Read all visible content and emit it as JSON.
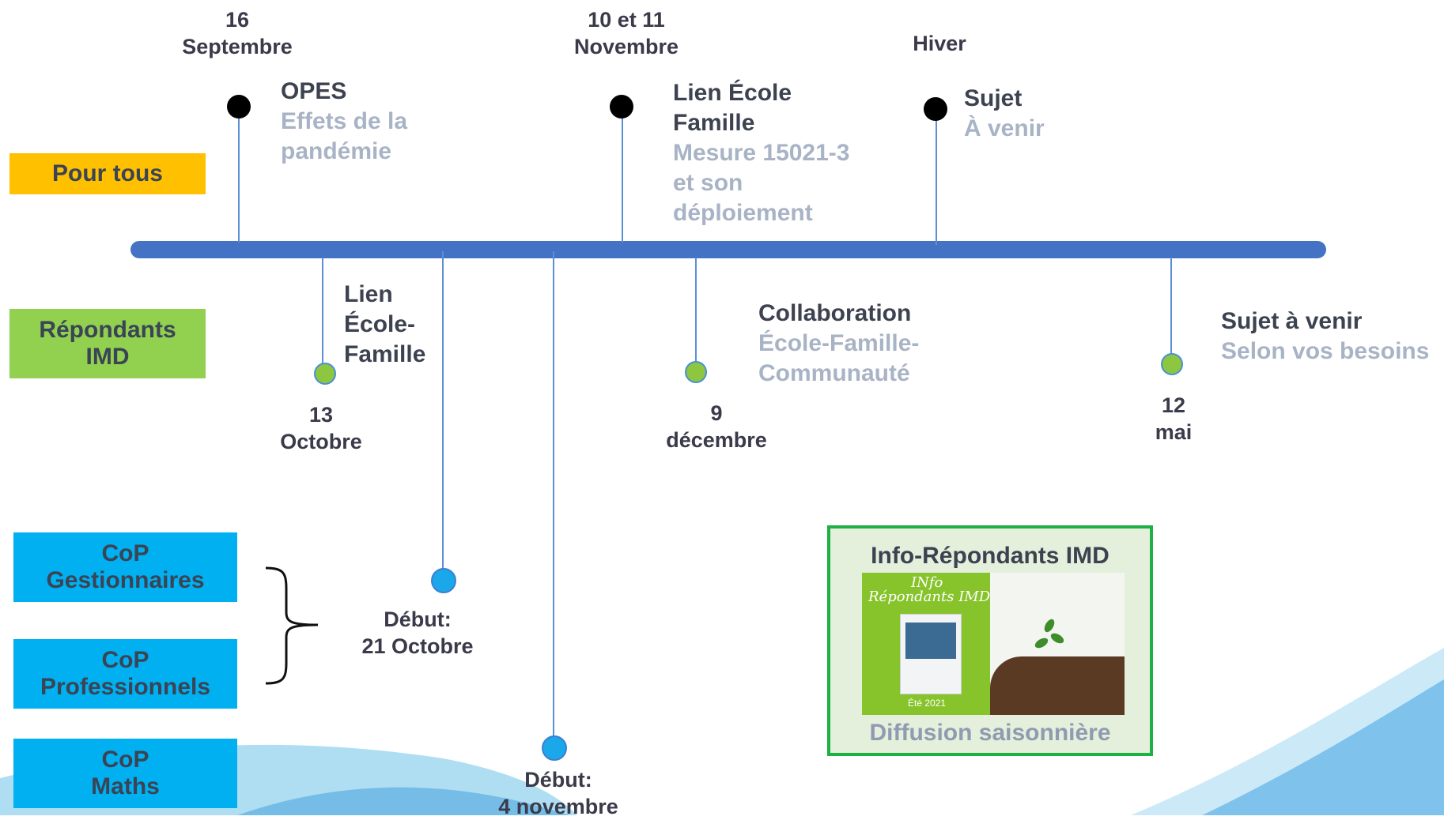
{
  "top_dates": [
    {
      "lines": [
        "16",
        "Septembre"
      ]
    },
    {
      "lines": [
        "10 et 11",
        "Novembre"
      ]
    },
    {
      "lines": [
        "Hiver"
      ]
    }
  ],
  "top_events": [
    {
      "title": [
        "OPES"
      ],
      "sub": [
        "Effets de la",
        "pandémie"
      ]
    },
    {
      "title": [
        "Lien École",
        "Famille"
      ],
      "sub": [
        "Mesure 15021-3",
        "et son",
        "déploiement"
      ]
    },
    {
      "title": [
        "Sujet"
      ],
      "sub": [
        "À venir"
      ]
    }
  ],
  "mid_events": [
    {
      "title": [
        "Lien",
        "École-",
        "Famille"
      ],
      "sub": []
    },
    {
      "title": [
        "Collaboration"
      ],
      "sub": [
        "École-Famille-",
        "Communauté"
      ]
    },
    {
      "title": [
        "Sujet à venir"
      ],
      "sub": [
        "Selon vos besoins"
      ]
    }
  ],
  "mid_dates": [
    {
      "lines": [
        "13",
        "Octobre"
      ]
    },
    {
      "lines": [
        "9",
        "décembre"
      ]
    },
    {
      "lines": [
        "12",
        "mai"
      ]
    }
  ],
  "low_dates": [
    {
      "lines": [
        "Début:",
        "21 Octobre"
      ]
    },
    {
      "lines": [
        "Début:",
        "4 novembre"
      ]
    }
  ],
  "categories": {
    "pour_tous": "Pour tous",
    "repondants": [
      "Répondants",
      "IMD"
    ],
    "cop_gestionnaires": [
      "CoP",
      "Gestionnaires"
    ],
    "cop_professionnels": [
      "CoP",
      "Professionnels"
    ],
    "cop_maths": [
      "CoP",
      "Maths"
    ]
  },
  "info_box": {
    "title": "Info-Répondants IMD",
    "thumb_line1": "INfo",
    "thumb_line2": "Répondants IMD",
    "thumb_season": "Été 2021",
    "footer": "Diffusion saisonnière"
  },
  "colors": {
    "axis": "#4472c4",
    "pour_tous": "#ffc000",
    "repondants": "#92d050",
    "cop": "#00b0f0",
    "info_border": "#1fb045"
  }
}
